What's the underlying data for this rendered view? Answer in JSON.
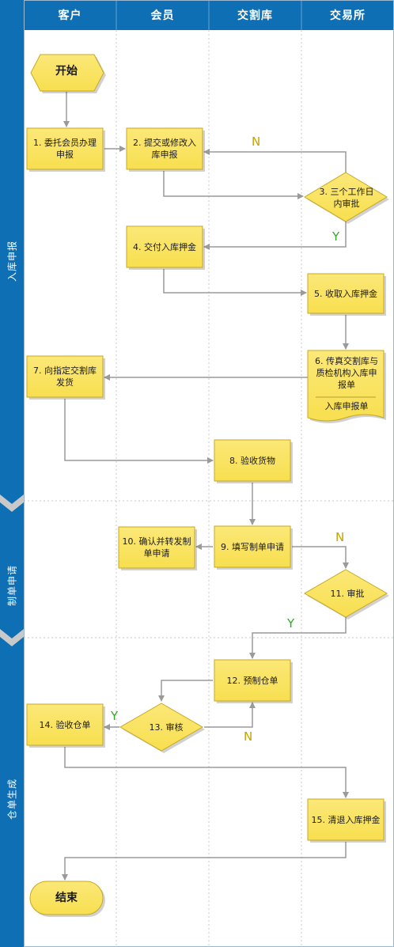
{
  "lanes": [
    {
      "id": "customer",
      "label": "客户"
    },
    {
      "id": "member",
      "label": "会员"
    },
    {
      "id": "warehouse",
      "label": "交割库"
    },
    {
      "id": "exchange",
      "label": "交易所"
    }
  ],
  "phases": [
    {
      "id": "inbound",
      "label": "入库申报"
    },
    {
      "id": "receipt_apply",
      "label": "制单申请"
    },
    {
      "id": "receipt_gen",
      "label": "仓单生成"
    }
  ],
  "nodes": {
    "start": {
      "text": "开始"
    },
    "n1": {
      "text": "1. 委托会员办理申报"
    },
    "n2": {
      "text": "2. 提交或修改入库申报"
    },
    "n3": {
      "text": "3. 三个工作日内审批"
    },
    "n4": {
      "text": "4. 交付入库押金"
    },
    "n5": {
      "text": "5. 收取入库押金"
    },
    "n6": {
      "text": "6. 传真交割库与质检机构入库申报单",
      "sub": "入库申报单"
    },
    "n7": {
      "text": "7. 向指定交割库发货"
    },
    "n8": {
      "text": "8. 验收货物"
    },
    "n9": {
      "text": "9. 填写制单申请"
    },
    "n10": {
      "text": "10. 确认并转发制单申请"
    },
    "n11": {
      "text": "11. 审批"
    },
    "n12": {
      "text": "12. 预制仓单"
    },
    "n13": {
      "text": "13. 审核"
    },
    "n14": {
      "text": "14. 验收仓单"
    },
    "n15": {
      "text": "15. 清退入库押金"
    },
    "end": {
      "text": "结束"
    }
  },
  "decision_labels": {
    "yes": "Y",
    "no": "N"
  },
  "colors": {
    "header_bg": "#0e6fb5",
    "node_fill": "#f8df4f",
    "node_border": "#c8a820",
    "connector": "#9a9a9a",
    "yes_label": "#2eaa22",
    "no_label": "#c8a000"
  }
}
